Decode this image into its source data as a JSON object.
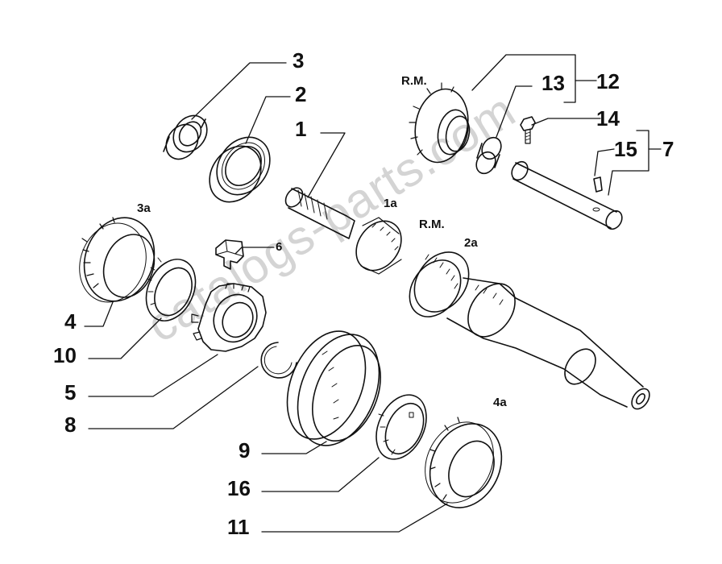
{
  "watermark": "catalogs-parts.com",
  "labels": {
    "l1": "1",
    "l2": "2",
    "l3": "3",
    "l3a": "3a",
    "l4": "4",
    "l4a": "4a",
    "l5": "5",
    "l6": "6",
    "l7": "7",
    "l8": "8",
    "l9": "9",
    "l10": "10",
    "l11": "11",
    "l12": "12",
    "l13": "13",
    "l14": "14",
    "l15": "15",
    "l16": "16",
    "l1a": "1a",
    "l2a": "2a",
    "rm1": "R.M.",
    "rm2": "R.M."
  }
}
